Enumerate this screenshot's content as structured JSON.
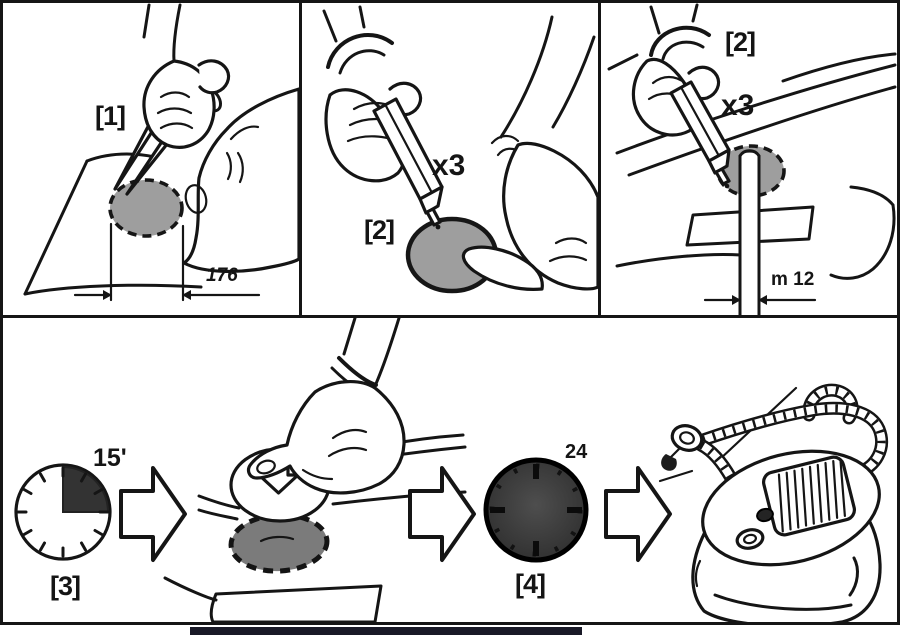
{
  "panel_cut": {
    "step": "[1]",
    "dimension": "176"
  },
  "panel_glue_patch": {
    "step": "[2]",
    "repeat": "x3"
  },
  "panel_glue_area": {
    "step": "[2]",
    "repeat": "x3",
    "dimension": "m 12"
  },
  "panel_finish": {
    "wait": {
      "duration": "15'",
      "step": "[3]"
    },
    "cure": {
      "duration": "24",
      "step": "[4]"
    }
  },
  "icons": [
    "scissors-icon",
    "glue-tube-icon",
    "clock-15-icon",
    "block-arrow-icon",
    "down-arrow-icon",
    "clock-24-icon",
    "valve-icon",
    "air-pump-icon"
  ],
  "colors": {
    "ink": "#151515",
    "patch_gray": "#9e9e9e",
    "pressed_patch_gray": "#7b7b7b",
    "clock_sector": "#333333",
    "clock_24_fill": "#3a3a3a",
    "bottom_bar": "#191927",
    "background": "#ffffff"
  }
}
